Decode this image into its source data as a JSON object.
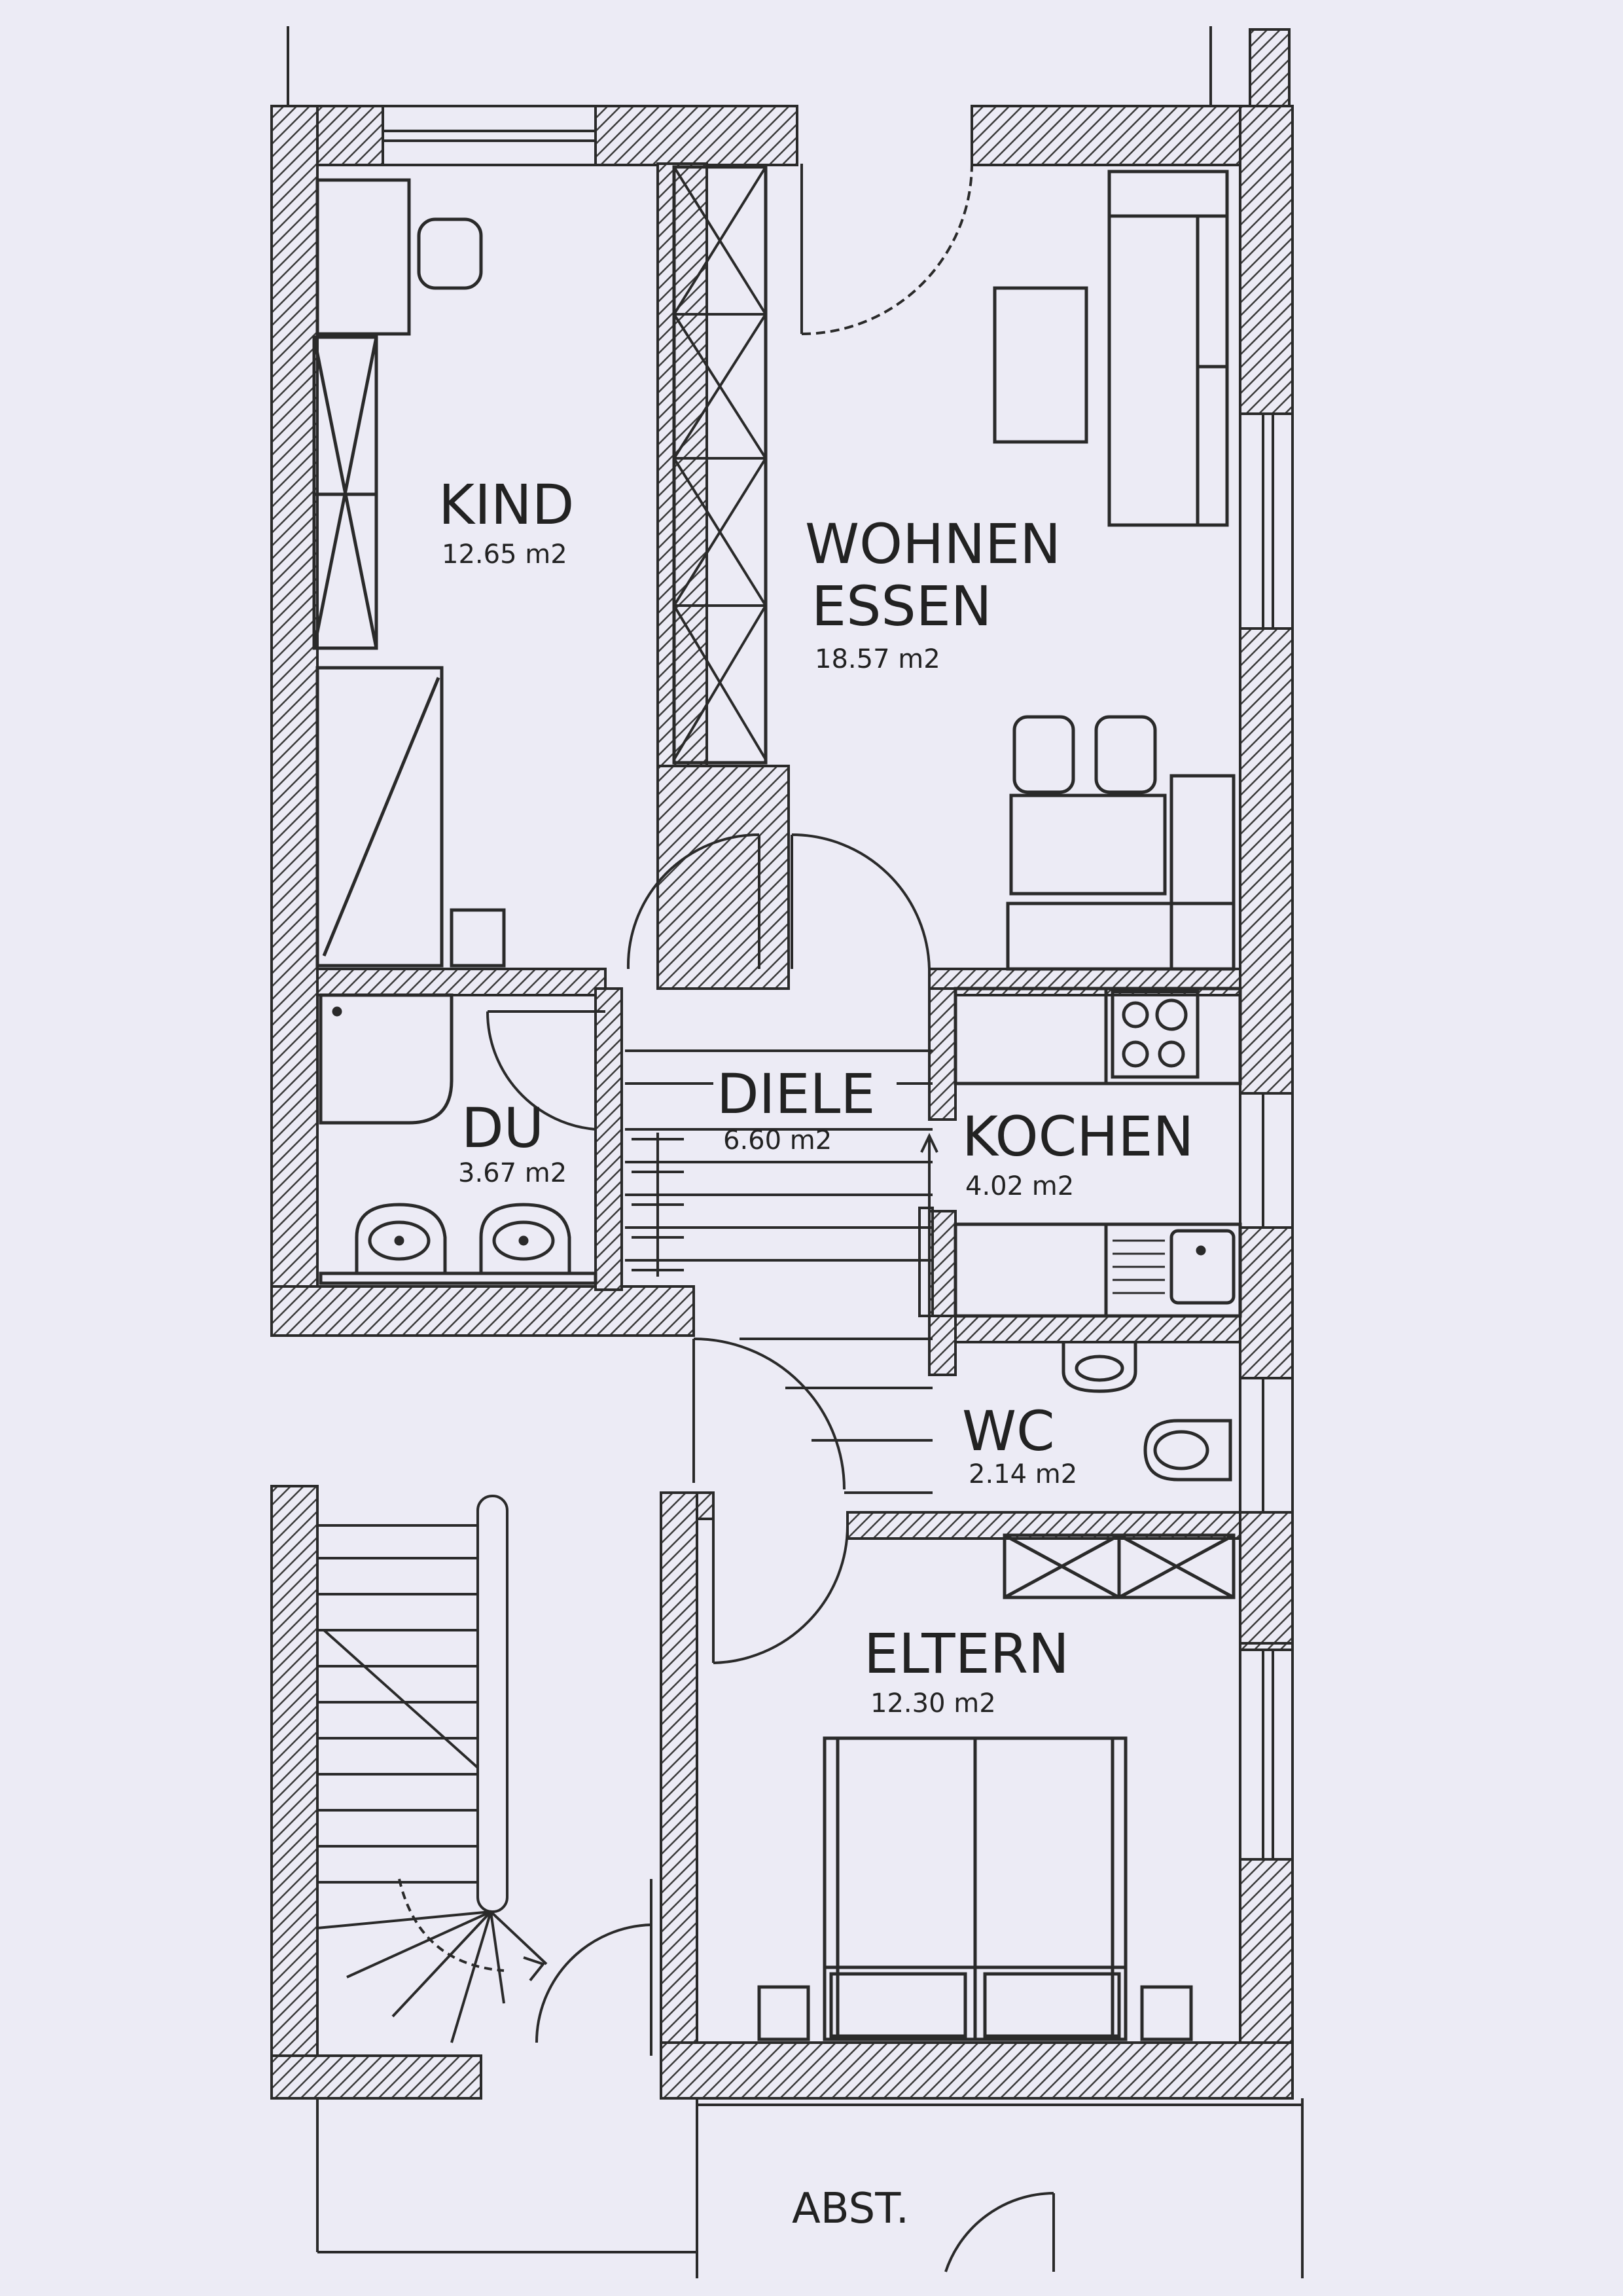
{
  "rooms": {
    "kind": {
      "name": "KIND",
      "area": "12.65  m2"
    },
    "wohnen": {
      "name_line1": "WOHNEN",
      "name_line2": "ESSEN",
      "area": "18.57  m2"
    },
    "diele": {
      "name": "DIELE",
      "area": "6.60  m2"
    },
    "du": {
      "name": "DU",
      "area": "3.67  m2"
    },
    "kochen": {
      "name": "KOCHEN",
      "area": "4.02  m2"
    },
    "wc": {
      "name": "WC",
      "area": "2.14  m2"
    },
    "eltern": {
      "name": "ELTERN",
      "area": "12.30  m2"
    },
    "abst": {
      "name": "ABST."
    }
  },
  "colors": {
    "paper": "#ecebf5",
    "ink": "#2a2a2a",
    "hatch": "#3a3a3a"
  }
}
